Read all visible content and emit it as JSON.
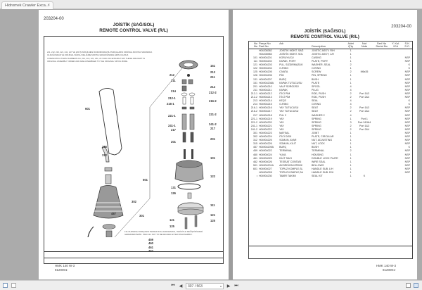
{
  "tab": {
    "title": "Hidromek Crawler Exca...",
    "close": "×"
  },
  "left_page": {
    "doc_number": "203204-00",
    "title_tr": "JOİSTİK (SAĞ/SOL)",
    "title_en": "REMOTE CONTROL VALVE (R/L)",
    "note_tr": "211, 212, 216, 221, 241, 217 VE 201'İN SÖKÜLMESİ DURUMUNDA BU PARÇALARIN ORİJİNAL MONTAJ SIRASINDA OLDUĞUNDAN VE ORİJİNAL SÜRGÜ DELİĞİNE MONTAJ EDİLDİĞİNDEN EMİN OLUNUZ.",
    "note_en": "IF REMOVING ITEMS NUMBERS 211, 212, 216, 221, 241, 217 AND 201 ENSURE THAT THESE ARE KEPT IN ORIGINAL ASSEMBLY ORDER AND ARE ASSEMBLED TO THE ORIGINAL SPOOL BORE.",
    "bottom_note": "131 NUMARALI PARÇANIN TEKRAR KULLANILMAMASI, YENİSİYLE DEĞİŞTİRİLMESİ GEREKMEKTEDİR. ITEM 131 NOT TO BE REUSED AFTER DISASSEMBLY.",
    "callouts": [
      "101",
      "213",
      "211",
      "212",
      "211",
      "214",
      "214",
      "212-1",
      "212-2",
      "216-1",
      "216-2",
      "221-1",
      "221-2",
      "241-1",
      "241-2",
      "217",
      "217",
      "201",
      "201",
      "101",
      "122",
      "131",
      "126",
      "111",
      "121",
      "121",
      "125",
      "125",
      "601",
      "315",
      "312",
      "501",
      "302",
      "301",
      "487",
      "459",
      "460",
      "461",
      "462"
    ],
    "footer_model": "HMK 140 W-3",
    "footer_serial": "8120001-"
  },
  "right_page": {
    "doc_number": "203204-00",
    "title_tr": "JOİSTİK (SAĞ/SOL)",
    "title_en": "REMOTE CONTROL VALVE (R/L)",
    "columns": [
      {
        "tr": "No",
        "en": "No"
      },
      {
        "tr": "Parça No",
        "en": "Part No"
      },
      {
        "tr": "Adı",
        "en": ""
      },
      {
        "tr": "",
        "en": "Description"
      },
      {
        "tr": "Adet",
        "en": "Q'ty"
      },
      {
        "tr": "Not",
        "en": "Note"
      },
      {
        "tr": "Seri No",
        "en": "Serial No"
      },
      {
        "tr": "Y. Kul.",
        "en": "ICA"
      },
      {
        "tr": "S.K.",
        "en": "S.C."
      }
    ],
    "rows": [
      {
        "no": "",
        "part": "H04208382",
        "name": "JOİSTİK MONT. SAĞ",
        "desc": "JOISTIC ASS'Y, RIH",
        "qty": "1",
        "note": "",
        "serial": "",
        "ica": "",
        "sc": ""
      },
      {
        "no": "",
        "part": "H04208983",
        "name": "JOİSTİK MONT. SOL",
        "desc": "JOISTIC ASS'Y, L/H",
        "qty": "1",
        "note": "",
        "serial": "",
        "ica": "",
        "sc": ""
      },
      {
        "no": "",
        "part": "",
        "name": "",
        "desc": "",
        "qty": "",
        "note": "",
        "serial": "",
        "ica": "",
        "sc": ""
      },
      {
        "no": "101",
        "part": "H04904201",
        "name": "KORUYUCU",
        "desc": "CASING",
        "qty": "1",
        "note": "",
        "serial": "",
        "ica": "",
        "sc": "NSP"
      },
      {
        "no": "111",
        "part": "H04904202",
        "name": "KAPAK, PORT",
        "desc": "PLATE, PORT",
        "qty": "1",
        "note": "",
        "serial": "",
        "ica": "",
        "sc": "NSP"
      },
      {
        "no": "121",
        "part": "H04904203",
        "name": "PUL, SIZDIRMAZLIK",
        "desc": "WASHER, SEAL",
        "qty": "2",
        "note": "",
        "serial": "",
        "ica": "",
        "sc": "K"
      },
      {
        "no": "122",
        "part": "H04904204",
        "name": "O-RING",
        "desc": "O-RING",
        "qty": "1",
        "note": "",
        "serial": "",
        "ica": "",
        "sc": "K"
      },
      {
        "no": "125",
        "part": "H04904205",
        "name": "CIVATA",
        "desc": "SCREW",
        "qty": "2",
        "note": "M6x35",
        "serial": "",
        "ica": "",
        "sc": "NSP"
      },
      {
        "no": "126",
        "part": "H04904206",
        "name": "PİM",
        "desc": "PIN, SPRING",
        "qty": "1",
        "note": "",
        "serial": "",
        "ica": "",
        "sc": "NSP"
      },
      {
        "no": "131",
        "part": "H04904207",
        "name": "BURÇ",
        "desc": "BUSH",
        "qty": "1",
        "note": "",
        "serial": "",
        "ica": "",
        "sc": "NSP"
      },
      {
        "no": "151",
        "part": "H04904208A",
        "name": "KAPAK TUTUCUSU",
        "desc": "PLATE",
        "qty": "1",
        "note": "",
        "serial": "",
        "ica": "",
        "sc": "NSP"
      },
      {
        "no": "201",
        "part": "H04904210",
        "name": "VALF SÜRGÜSÜ",
        "desc": "SPOOL",
        "qty": "4",
        "note": "",
        "serial": "",
        "ica": "",
        "sc": "NSP"
      },
      {
        "no": "211",
        "part": "H04904211",
        "name": "KAPAK",
        "desc": "PLUG",
        "qty": "4",
        "note": "",
        "serial": "",
        "ica": "",
        "sc": "NSP"
      },
      {
        "no": "212-1",
        "part": "H04904212",
        "name": "İTİCİ PİM",
        "desc": "ROD, PUSH",
        "qty": "2",
        "note": "Port 1&3",
        "serial": "",
        "ica": "",
        "sc": "NSP"
      },
      {
        "no": "212-2",
        "part": "H04904213",
        "name": "İTİCİ PİM",
        "desc": "ROD, PUSH",
        "qty": "2",
        "note": "Port 2&4",
        "serial": "",
        "ica": "",
        "sc": "NSP"
      },
      {
        "no": "213",
        "part": "H04904214",
        "name": "KEÇE",
        "desc": "SEAL",
        "qty": "4",
        "note": "",
        "serial": "",
        "ica": "",
        "sc": "K"
      },
      {
        "no": "214",
        "part": "H04904215",
        "name": "O-RING",
        "desc": "O-RING",
        "qty": "4",
        "note": "",
        "serial": "",
        "ica": "",
        "sc": "K"
      },
      {
        "no": "216-1",
        "part": "H04904216",
        "name": "YAY TUTUCUSU",
        "desc": "SEAT",
        "qty": "2",
        "note": "Port 1&3",
        "serial": "",
        "ica": "",
        "sc": "NSP"
      },
      {
        "no": "216-2",
        "part": "H04904217",
        "name": "YAY TUTUCUSU",
        "desc": "SEAT",
        "qty": "2",
        "note": "Port 2&4",
        "serial": "",
        "ica": "",
        "sc": "NSP"
      },
      {
        "no": "217",
        "part": "H04904218",
        "name": "PUL 2",
        "desc": "WASHER 2",
        "qty": "4",
        "note": "",
        "serial": "",
        "ica": "",
        "sc": "NSP"
      },
      {
        "no": "221-1",
        "part": "H04904219",
        "name": "YAY",
        "desc": "SPRING",
        "qty": "1",
        "note": "Port 1",
        "serial": "",
        "ica": "",
        "sc": "NSP"
      },
      {
        "no": "221-2",
        "part": "H04904220",
        "name": "YAY",
        "desc": "SPRING",
        "qty": "3",
        "note": "Port 2&3&4",
        "serial": "",
        "ica": "",
        "sc": "NSP"
      },
      {
        "no": "241-1",
        "part": "H04904221",
        "name": "YAY",
        "desc": "SPRING",
        "qty": "2",
        "note": "Port 1&3",
        "serial": "",
        "ica": "",
        "sc": "NSP"
      },
      {
        "no": "241-2",
        "part": "H04904222",
        "name": "YAY",
        "desc": "SPRING",
        "qty": "2",
        "note": "Port 2&4",
        "serial": "",
        "ica": "",
        "sc": "NSP"
      },
      {
        "no": "301",
        "part": "H04904223",
        "name": "MAFSAL",
        "desc": "JOINT",
        "qty": "1",
        "note": "",
        "serial": "",
        "ica": "",
        "sc": "NSP"
      },
      {
        "no": "302",
        "part": "H04904224",
        "name": "İTİCİ DİSK",
        "desc": "PLATE, CIRCULAR",
        "qty": "1",
        "note": "",
        "serial": "",
        "ica": "",
        "sc": "NSP"
      },
      {
        "no": "312",
        "part": "H04904225",
        "name": "SOMUN, AYAR",
        "desc": "NUT, ADJUSTING",
        "qty": "1",
        "note": "",
        "serial": "",
        "ica": "",
        "sc": "NSP"
      },
      {
        "no": "315",
        "part": "H04904226",
        "name": "SOMUN, KİLİT",
        "desc": "NUT, LOCK",
        "qty": "1",
        "note": "",
        "serial": "",
        "ica": "",
        "sc": "NSP"
      },
      {
        "no": "457",
        "part": "H04904209A",
        "name": "BURÇ",
        "desc": "BUSH",
        "qty": "1",
        "note": "",
        "serial": "",
        "ica": "",
        "sc": "K"
      },
      {
        "no": "459",
        "part": "H04904022",
        "name": "TERMİNAL",
        "desc": "TERMINAL",
        "qty": "2",
        "note": "",
        "serial": "",
        "ica": "",
        "sc": "NSP"
      },
      {
        "no": "460",
        "part": "H04904024",
        "name": "YUVA",
        "desc": "HOUSING",
        "qty": "1",
        "note": "",
        "serial": "",
        "ica": "",
        "sc": "NSP"
      },
      {
        "no": "461",
        "part": "H04904025",
        "name": "KİLİT SACI",
        "desc": "DOUBLE LOCK PLATE",
        "qty": "1",
        "note": "",
        "serial": "",
        "ica": "",
        "sc": "NSP"
      },
      {
        "no": "462",
        "part": "H04904026",
        "name": "TESİSAT CONTASI",
        "desc": "WIRE SEAL",
        "qty": "1",
        "note": "",
        "serial": "",
        "ica": "",
        "sc": "NSP"
      },
      {
        "no": "501",
        "part": "H04904201A",
        "name": "AKORDİON KÖRÜK",
        "desc": "BELLOWS",
        "qty": "1",
        "note": "",
        "serial": "",
        "ica": "",
        "sc": "NSP"
      },
      {
        "no": "601",
        "part": "H04904027",
        "name": "TOPUZ KOMPLE,SL",
        "desc": "HANDLE SUB. L/H",
        "qty": "1",
        "note": "",
        "serial": "",
        "ica": "",
        "sc": "NSP"
      },
      {
        "no": "",
        "part": "H04904028",
        "name": "TOPUZ KOMPLE,SA",
        "desc": "HANDLE SUB. R/H",
        "qty": "1",
        "note": "",
        "serial": "",
        "ica": "",
        "sc": "NSP"
      },
      {
        "no": "",
        "part": "",
        "name": "",
        "desc": "",
        "qty": "",
        "note": "",
        "serial": "",
        "ica": "",
        "sc": ""
      },
      {
        "no": "•",
        "part": "H04904230",
        "name": "TAMİR TAKIMI",
        "desc": "SEAL KIT",
        "qty": "1",
        "note": "K",
        "serial": "",
        "ica": "",
        "sc": ""
      }
    ],
    "footer_model": "HMK 140 W-3",
    "footer_serial": "8120001-"
  },
  "navigation": {
    "first": "⏮",
    "prev": "◀",
    "page_indicator": "307 / 563",
    "dropdown": "▾",
    "next": "▶",
    "last": "⏭"
  },
  "colors": {
    "viewer_bg": "#ababab",
    "page_bg": "#ffffff",
    "statusbar_bg": "#eeeeee"
  }
}
